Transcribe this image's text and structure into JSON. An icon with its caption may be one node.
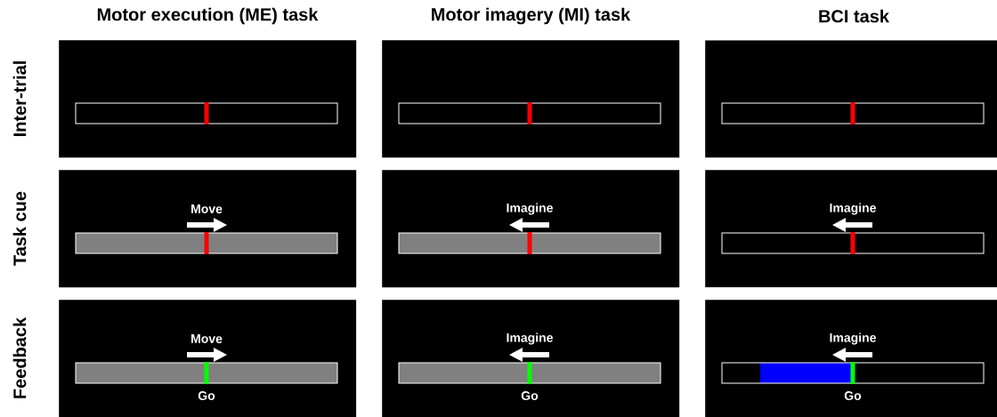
{
  "diagram": {
    "nodes": [
      {
        "text": [],
        "shape": "box"
      },
      {
        "text": [],
        "shape": "box"
      },
      {
        "text": [],
        "shape": "box"
      },
      {
        "text": [
          "Move"
        ]
      },
      {
        "text": [
          "Imagine"
        ]
      },
      {
        "text": [
          "Imagine"
        ]
      },
      {
        "text": [
          "Move",
          "Go"
        ]
      },
      {
        "text": [
          "Imagine",
          "Go"
        ]
      },
      {
        "text": [
          "Imagine",
          "Go"
        ]
      }
    ],
    "labels": [
      "Motor execution (ME) task",
      "Motor imagery (MI) task",
      "BCI task",
      "Inter-trial",
      "Task cue",
      "Feedback"
    ]
  }
}
